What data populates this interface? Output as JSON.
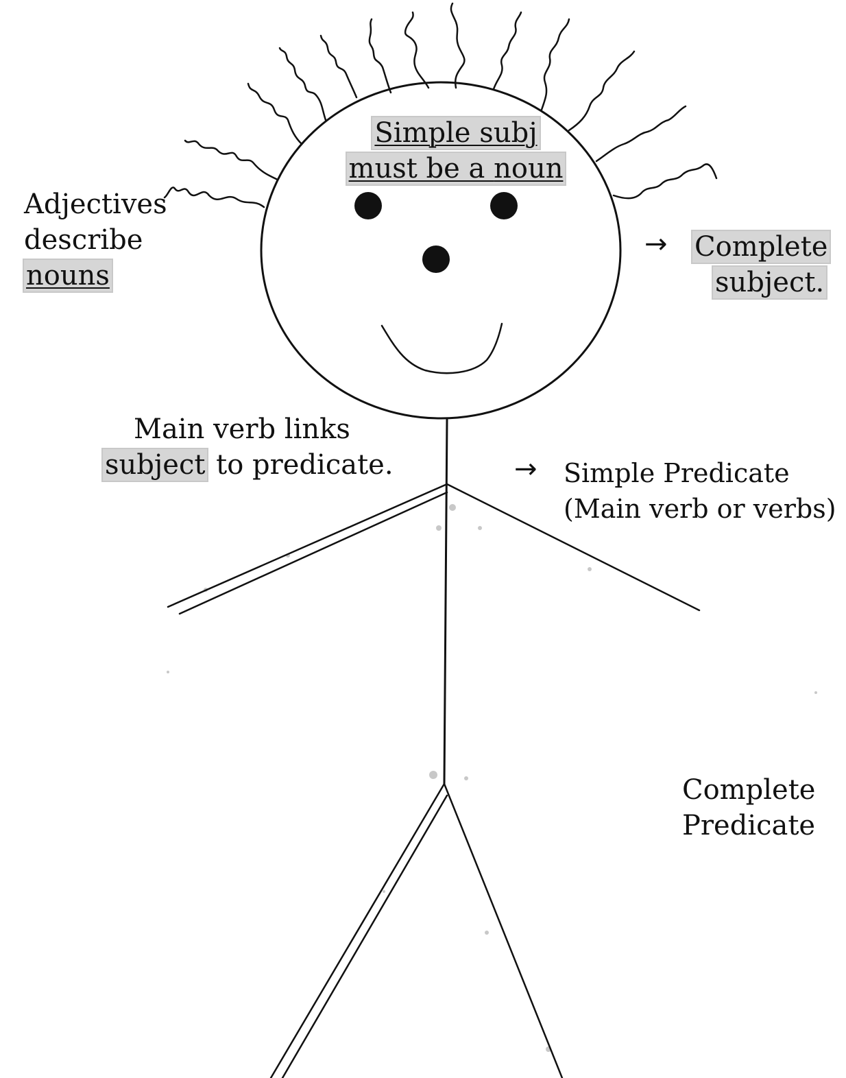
{
  "labels": {
    "simple_subject_line1": "Simple subj",
    "simple_subject_line2_prefix": "must be a ",
    "simple_subject_line2_noun": "noun",
    "adjectives_line1": "Adjectives",
    "adjectives_line2": "describe",
    "adjectives_line3": "nouns",
    "complete_subject_line1": "Complete",
    "complete_subject_line2": "subject.",
    "main_verb_line1": "Main verb links",
    "main_verb_line2_subject": "subject",
    "main_verb_line2_rest": " to predicate.",
    "simple_predicate_line1": "Simple Predicate",
    "simple_predicate_line2": "(Main verb or verbs)",
    "complete_predicate_line1": "Complete",
    "complete_predicate_line2": "Predicate"
  },
  "arrows": {
    "arrow_complete_subject": "→",
    "arrow_simple_predicate": "→"
  },
  "colors": {
    "ink": "#111111",
    "highlight": "#d6d6d6",
    "background": "#ffffff"
  }
}
